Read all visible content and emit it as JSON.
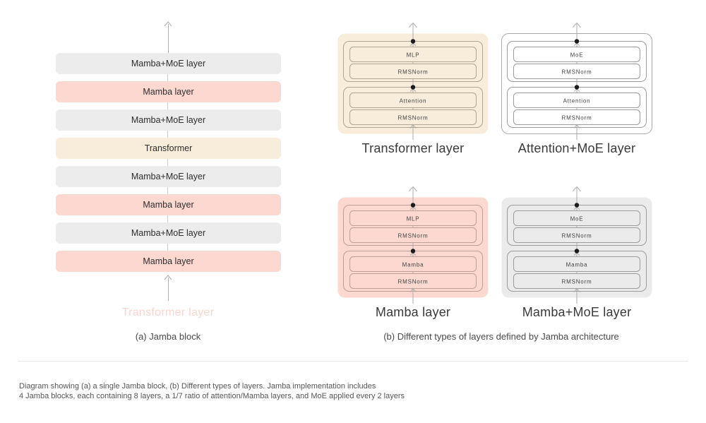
{
  "jamba_block": {
    "caption": "(a) Jamba block",
    "ghost_label": "Transformer layer",
    "layers": [
      {
        "label": "Mamba+MoE layer",
        "type": "moe"
      },
      {
        "label": "Mamba layer",
        "type": "mamba"
      },
      {
        "label": "Mamba+MoE layer",
        "type": "moe"
      },
      {
        "label": "Transformer",
        "type": "transformer"
      },
      {
        "label": "Mamba+MoE layer",
        "type": "moe"
      },
      {
        "label": "Mamba layer",
        "type": "mamba"
      },
      {
        "label": "Mamba+MoE layer",
        "type": "moe"
      },
      {
        "label": "Mamba layer",
        "type": "mamba"
      }
    ]
  },
  "layer_types": {
    "caption": "(b) Different types of layers defined by Jamba architecture",
    "cards": [
      {
        "label": "Transformer layer",
        "boxes": [
          "MLP",
          "RMSNorm",
          "Attention",
          "RMSNorm"
        ],
        "theme": {
          "bg": "#f8ecda",
          "line": "#b0a490",
          "border": ""
        }
      },
      {
        "label": "Attention+MoE layer",
        "boxes": [
          "MoE",
          "RMSNorm",
          "Attention",
          "RMSNorm"
        ],
        "theme": {
          "bg": "#ffffff",
          "line": "#9c9c9c",
          "border": "#a8a8a8"
        }
      },
      {
        "label": "Mamba layer",
        "boxes": [
          "MLP",
          "RMSNorm",
          "Mamba",
          "RMSNorm"
        ],
        "theme": {
          "bg": "#fcd8d0",
          "line": "#bf9e96",
          "border": ""
        }
      },
      {
        "label": "Mamba+MoE layer",
        "boxes": [
          "MoE",
          "RMSNorm",
          "Mamba",
          "RMSNorm"
        ],
        "theme": {
          "bg": "#ebebeb",
          "line": "#9c9c9c",
          "border": ""
        }
      }
    ]
  },
  "footer": {
    "line1": "Diagram showing (a) a single Jamba block, (b) Different types of layers. Jamba implementation includes",
    "line2": "4 Jamba blocks, each containing 8 layers, a 1/7 ratio of attention/Mamba layers, and MoE applied every 2 layers"
  },
  "colors": {
    "layer_moe": "#ececec",
    "layer_mamba": "#fdd8d0",
    "layer_transformer": "#f8ecda"
  }
}
